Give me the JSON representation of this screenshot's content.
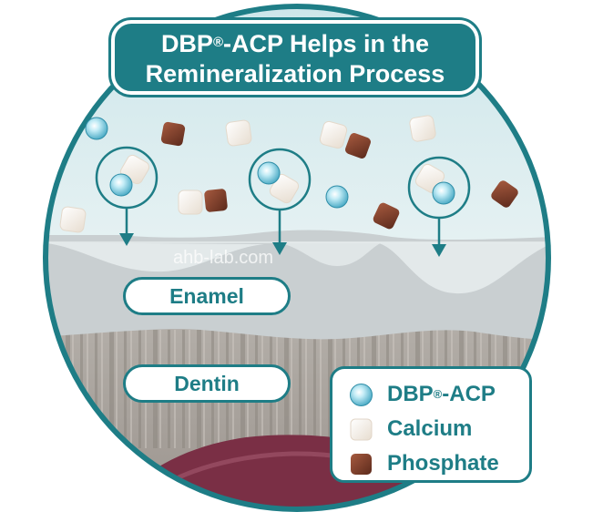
{
  "title": {
    "line1_pre": "DBP",
    "line1_reg": "®",
    "line1_post": "-ACP Helps in the",
    "line2": "Remineralization Process"
  },
  "labels": {
    "enamel": "Enamel",
    "dentin": "Dentin"
  },
  "legend": {
    "items": [
      {
        "pre": "DBP",
        "reg": "®",
        "post": "-ACP",
        "icon": "dbp-acp-sphere-icon"
      },
      {
        "pre": "Calcium",
        "reg": "",
        "post": "",
        "icon": "calcium-cube-icon"
      },
      {
        "pre": "Phosphate",
        "reg": "",
        "post": "",
        "icon": "phosphate-cube-icon"
      }
    ]
  },
  "watermark": "ahb-lab.com",
  "colors": {
    "teal": "#1e7d86",
    "sphere": "#8fd3e6",
    "calcium": "#f6efe6",
    "phosphate": "#7a3b28",
    "enamel": "#c9cfd1",
    "dentin": "#a6a09a",
    "gum": "#7a2f45"
  }
}
